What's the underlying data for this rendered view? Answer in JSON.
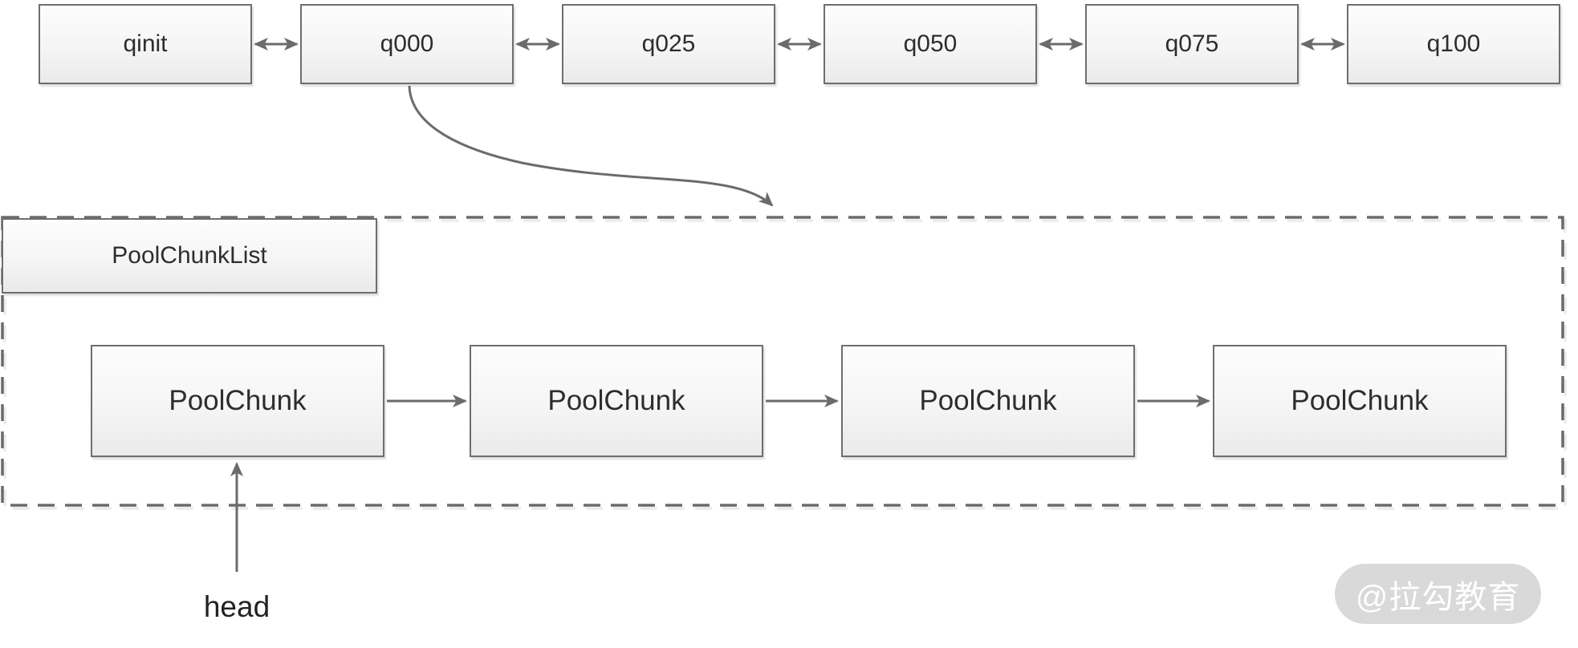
{
  "queue_row": {
    "nodes": [
      {
        "label": "qinit"
      },
      {
        "label": "q000"
      },
      {
        "label": "q025"
      },
      {
        "label": "q050"
      },
      {
        "label": "q075"
      },
      {
        "label": "q100"
      }
    ]
  },
  "pool_chunk_list": {
    "label": "PoolChunkList",
    "chunks": [
      {
        "label": "PoolChunk"
      },
      {
        "label": "PoolChunk"
      },
      {
        "label": "PoolChunk"
      },
      {
        "label": "PoolChunk"
      }
    ],
    "head_label": "head"
  },
  "watermark": {
    "text": "@拉勾教育"
  },
  "colors": {
    "box_border": "#6e6e6e",
    "box_fill_top": "#fdfdfd",
    "box_fill_bottom": "#eaeaea",
    "arrow": "#6b6b6b",
    "dashed_boundary": "#6b6b6b",
    "dashed_boundary_shadow": "#ebebeb",
    "text": "#2d2d2d",
    "watermark_bg": "#d9d9d9",
    "watermark_text": "#ffffff"
  }
}
